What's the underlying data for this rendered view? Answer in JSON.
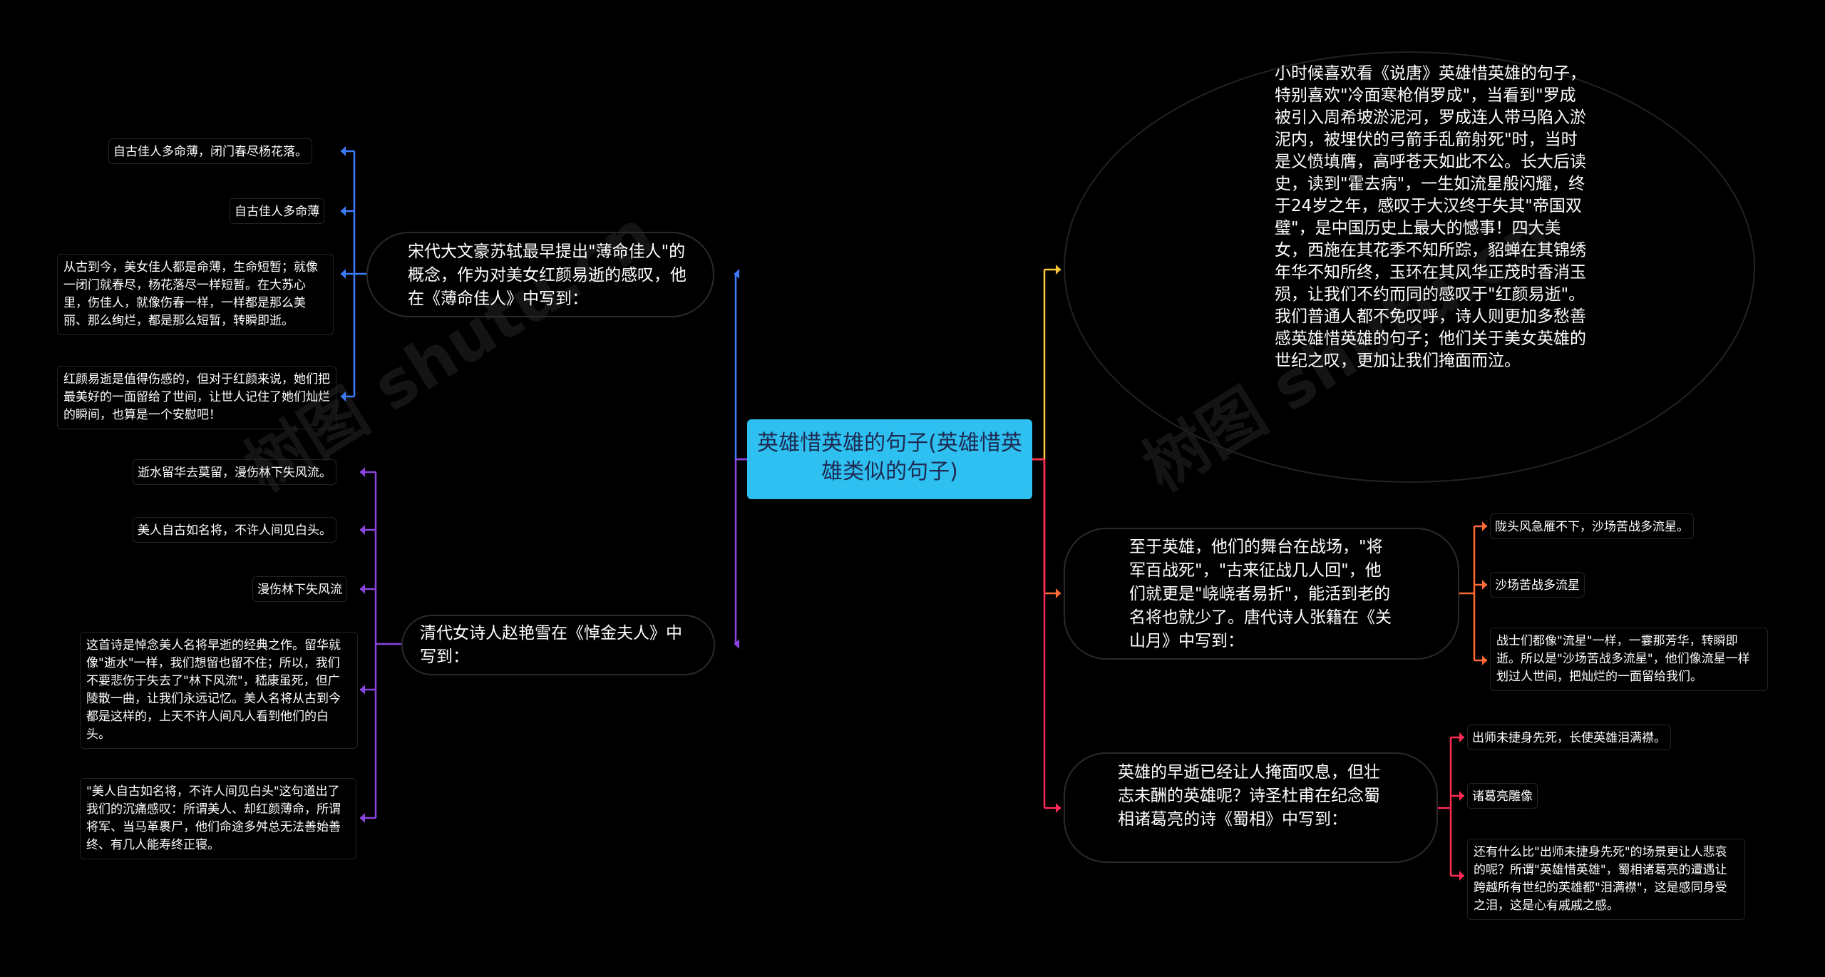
{
  "root": {
    "title": "英雄惜英雄的句子(英雄惜英雄类似的句子)"
  },
  "colors": {
    "root_bg": "#2ec0f0",
    "blue": "#3f7bff",
    "purple": "#8a45e0",
    "yellow": "#ffc83a",
    "orange": "#ff6b35",
    "red": "#ff2a55"
  },
  "left": [
    {
      "text": "宋代大文豪苏轼最早提出\"薄命佳人\"的概念，作为对美女红颜易逝的感叹，他在《薄命佳人》中写到：",
      "children": [
        "自古佳人多命薄，闭门春尽杨花落。",
        "自古佳人多命薄",
        "从古到今，美女佳人都是命薄，生命短暂；就像一闭门就春尽，杨花落尽一样短暂。在大苏心里，伤佳人，就像伤春一样，一样都是那么美丽、那么绚烂，都是那么短暂，转瞬即逝。",
        "红颜易逝是值得伤感的，但对于红颜来说，她们把最美好的一面留给了世间，让世人记住了她们灿烂的瞬间，也算是一个安慰吧！"
      ]
    },
    {
      "text": "清代女诗人赵艳雪在《悼金夫人》中写到：",
      "children": [
        "逝水留华去莫留，漫伤林下失风流。",
        "美人自古如名将，不许人间见白头。",
        "漫伤林下失风流",
        "这首诗是悼念美人名将早逝的经典之作。留华就像\"逝水\"一样，我们想留也留不住；所以，我们不要悲伤于失去了\"林下风流\"，嵇康虽死，但广陵散一曲，让我们永远记忆。美人名将从古到今都是这样的，上天不许人间凡人看到他们的白头。",
        "\"美人自古如名将，不许人间见白头\"这句道出了我们的沉痛感叹：所谓美人、却红颜薄命，所谓将军、当马革裹尸，他们命途多舛总无法善始善终、有几人能寿终正寝。"
      ]
    }
  ],
  "right": [
    {
      "text": "小时候喜欢看《说唐》英雄惜英雄的句子，特别喜欢\"冷面寒枪俏罗成\"，当看到\"罗成被引入周希坡淤泥河，罗成连人带马陷入淤泥内，被埋伏的弓箭手乱箭射死\"时，当时是义愤填膺，高呼苍天如此不公。长大后读史，读到\"霍去病\"，一生如流星般闪耀，终于24岁之年，感叹于大汉终于失其\"帝国双璧\"，是中国历史上最大的憾事！四大美女，西施在其花季不知所踪，貂蝉在其锦绣年华不知所终，玉环在其风华正茂时香消玉殒，让我们不约而同的感叹于\"红颜易逝\"。我们普通人都不免叹呼，诗人则更加多愁善感英雄惜英雄的句子；他们关于美女英雄的世纪之叹，更加让我们掩面而泣。",
      "children": []
    },
    {
      "text": "至于英雄，他们的舞台在战场，\"将军百战死\"，\"古来征战几人回\"，他们就更是\"峣峣者易折\"，能活到老的名将也就少了。唐代诗人张籍在《关山月》中写到：",
      "children": [
        "陇头风急雁不下，沙场苦战多流星。",
        "沙场苦战多流星",
        "战士们都像\"流星\"一样，一霎那芳华，转瞬即逝。所以是\"沙场苦战多流星\"，他们像流星一样划过人世间，把灿烂的一面留给我们。"
      ]
    },
    {
      "text": "英雄的早逝已经让人掩面叹息，但壮志未酬的英雄呢？诗圣杜甫在纪念蜀相诸葛亮的诗《蜀相》中写到：",
      "children": [
        "出师未捷身先死，长使英雄泪满襟。",
        "诸葛亮雕像",
        "还有什么比\"出师未捷身先死\"的场景更让人悲哀的呢？所谓\"英雄惜英雄\"，蜀相诸葛亮的遭遇让跨越所有世纪的英雄都\"泪满襟\"，这是感同身受之泪，这是心有戚戚之感。"
      ]
    }
  ],
  "watermark": "树图 shutu.cn"
}
